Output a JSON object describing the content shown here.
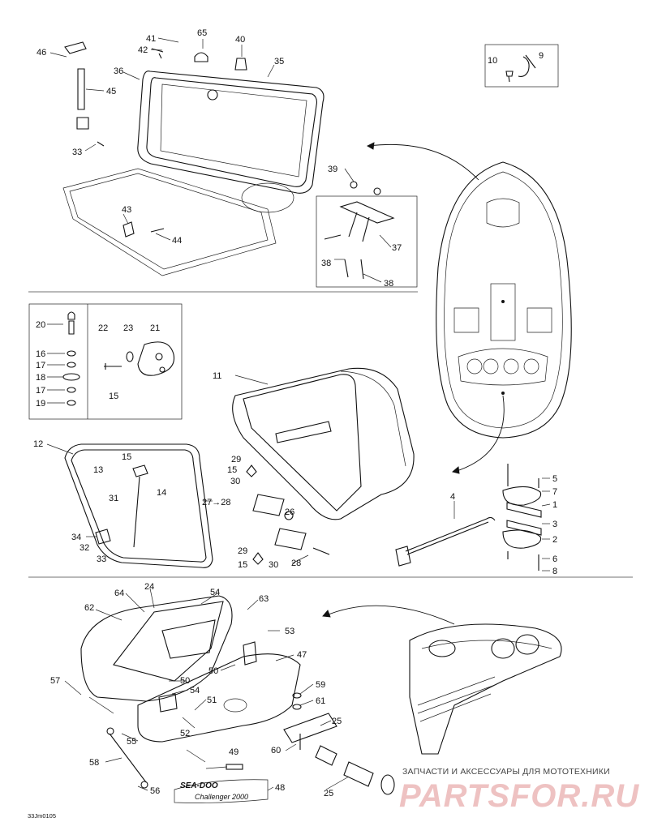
{
  "diagram_code": "33Jm0105",
  "watermark": {
    "caption": "ЗАПЧАСТИ И АКСЕССУАРЫ ДЛЯ МОТОТЕХНИКИ",
    "brand": "PARTSFOR.RU"
  },
  "decal": {
    "brand": "SEA-DOO",
    "model": "Challenger 2000"
  },
  "callouts": [
    {
      "id": "c46",
      "text": "46"
    },
    {
      "id": "c41",
      "text": "41"
    },
    {
      "id": "c42",
      "text": "42"
    },
    {
      "id": "c65",
      "text": "65"
    },
    {
      "id": "c40",
      "text": "40"
    },
    {
      "id": "c35",
      "text": "35"
    },
    {
      "id": "c36",
      "text": "36"
    },
    {
      "id": "c45",
      "text": "45"
    },
    {
      "id": "c33a",
      "text": "33"
    },
    {
      "id": "c10",
      "text": "10"
    },
    {
      "id": "c9",
      "text": "9"
    },
    {
      "id": "c39",
      "text": "39"
    },
    {
      "id": "c43",
      "text": "43"
    },
    {
      "id": "c44",
      "text": "44"
    },
    {
      "id": "c37",
      "text": "37"
    },
    {
      "id": "c38a",
      "text": "38"
    },
    {
      "id": "c38b",
      "text": "38"
    },
    {
      "id": "c20",
      "text": "20"
    },
    {
      "id": "c16",
      "text": "16"
    },
    {
      "id": "c17a",
      "text": "17"
    },
    {
      "id": "c18",
      "text": "18"
    },
    {
      "id": "c17b",
      "text": "17"
    },
    {
      "id": "c19",
      "text": "19"
    },
    {
      "id": "c22",
      "text": "22"
    },
    {
      "id": "c23",
      "text": "23"
    },
    {
      "id": "c21",
      "text": "21"
    },
    {
      "id": "c15a",
      "text": "15"
    },
    {
      "id": "c11",
      "text": "11"
    },
    {
      "id": "c12",
      "text": "12"
    },
    {
      "id": "c15b",
      "text": "15"
    },
    {
      "id": "c13",
      "text": "13"
    },
    {
      "id": "c14",
      "text": "14"
    },
    {
      "id": "c29a",
      "text": "29"
    },
    {
      "id": "c15c",
      "text": "15"
    },
    {
      "id": "c30a",
      "text": "30"
    },
    {
      "id": "c27",
      "text": "27→28"
    },
    {
      "id": "c31",
      "text": "31"
    },
    {
      "id": "c26",
      "text": "26"
    },
    {
      "id": "c34",
      "text": "34"
    },
    {
      "id": "c32",
      "text": "32"
    },
    {
      "id": "c33b",
      "text": "33"
    },
    {
      "id": "c29b",
      "text": "29"
    },
    {
      "id": "c15d",
      "text": "15"
    },
    {
      "id": "c30b",
      "text": "30"
    },
    {
      "id": "c28",
      "text": "28"
    },
    {
      "id": "c4",
      "text": "4"
    },
    {
      "id": "c5",
      "text": "5"
    },
    {
      "id": "c7",
      "text": "7"
    },
    {
      "id": "c1",
      "text": "1"
    },
    {
      "id": "c3",
      "text": "3"
    },
    {
      "id": "c2",
      "text": "2"
    },
    {
      "id": "c6",
      "text": "6"
    },
    {
      "id": "c8",
      "text": "8"
    },
    {
      "id": "c24",
      "text": "24"
    },
    {
      "id": "c64",
      "text": "64"
    },
    {
      "id": "c62",
      "text": "62"
    },
    {
      "id": "c54a",
      "text": "54"
    },
    {
      "id": "c63",
      "text": "63"
    },
    {
      "id": "c53",
      "text": "53"
    },
    {
      "id": "c47",
      "text": "47"
    },
    {
      "id": "c57",
      "text": "57"
    },
    {
      "id": "c50a",
      "text": "50"
    },
    {
      "id": "c54b",
      "text": "54"
    },
    {
      "id": "c50b",
      "text": "50"
    },
    {
      "id": "c51",
      "text": "51"
    },
    {
      "id": "c59",
      "text": "59"
    },
    {
      "id": "c61",
      "text": "61"
    },
    {
      "id": "c52",
      "text": "52"
    },
    {
      "id": "c25a",
      "text": "25"
    },
    {
      "id": "c55",
      "text": "55"
    },
    {
      "id": "c60",
      "text": "60"
    },
    {
      "id": "c49",
      "text": "49"
    },
    {
      "id": "c58",
      "text": "58"
    },
    {
      "id": "c56",
      "text": "56"
    },
    {
      "id": "c48",
      "text": "48"
    },
    {
      "id": "c25b",
      "text": "25"
    }
  ]
}
